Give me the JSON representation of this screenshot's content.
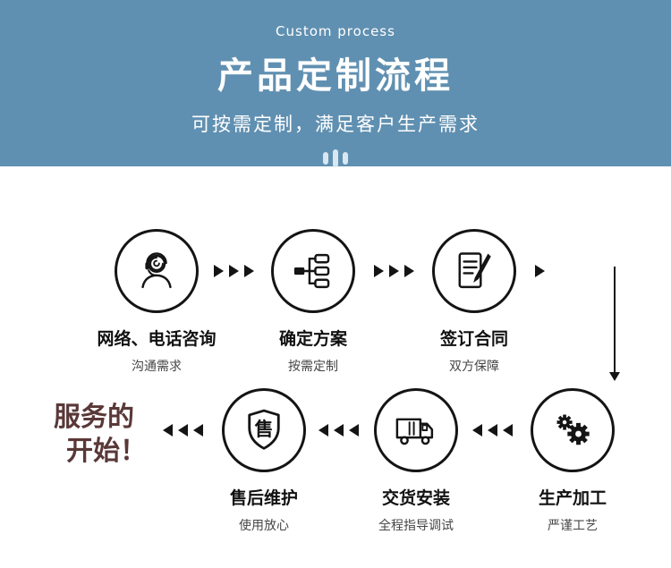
{
  "header": {
    "eyebrow": "Custom process",
    "title": "产品定制流程",
    "subtitle": "可按需定制，满足客户生产需求",
    "bg_color": "#6090b1",
    "text_color": "#ffffff"
  },
  "flow": {
    "steps": [
      {
        "label": "网络、电话咨询",
        "sublabel": "沟通需求",
        "icon": "headset-person-icon"
      },
      {
        "label": "确定方案",
        "sublabel": "按需定制",
        "icon": "flowchart-icon"
      },
      {
        "label": "签订合同",
        "sublabel": "双方保障",
        "icon": "contract-pen-icon"
      },
      {
        "label": "生产加工",
        "sublabel": "严谨工艺",
        "icon": "gears-icon"
      },
      {
        "label": "交货安装",
        "sublabel": "全程指导调试",
        "icon": "truck-icon"
      },
      {
        "label": "售后维护",
        "sublabel": "使用放心",
        "icon": "shield-icon",
        "badge": "售"
      }
    ],
    "end_text_line1": "服务的",
    "end_text_line2": "开始！",
    "end_text_color": "#5a3838"
  }
}
